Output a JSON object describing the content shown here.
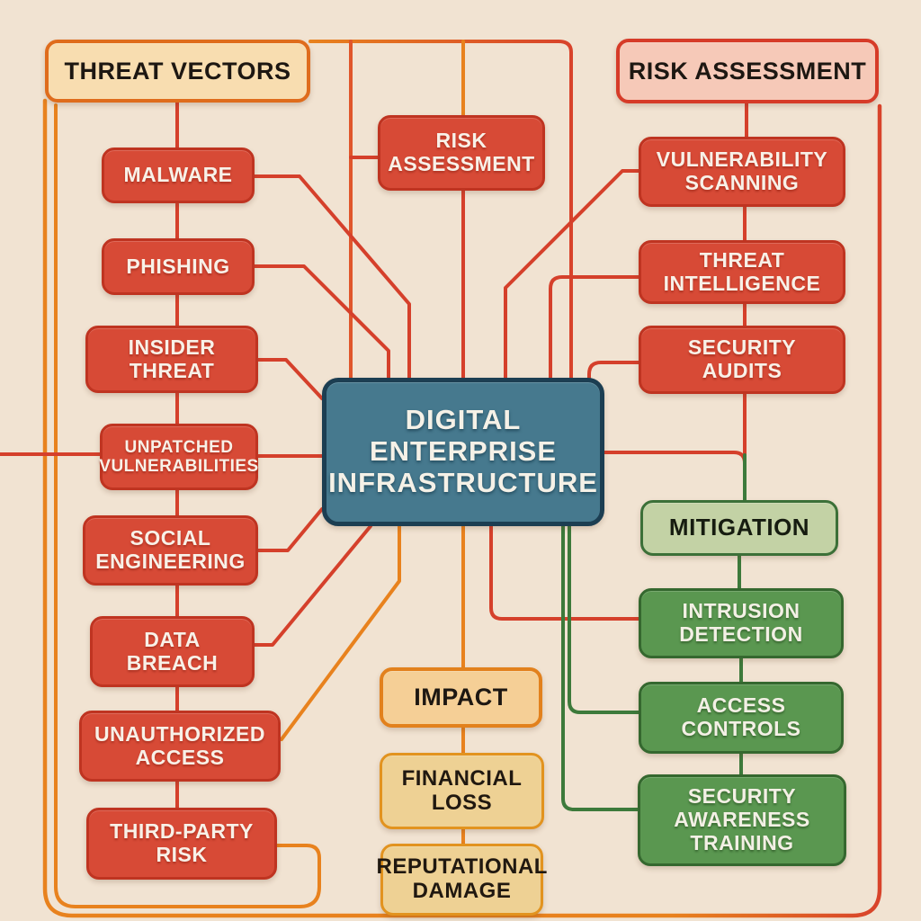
{
  "headers": {
    "threat_vectors": "THREAT VECTORS",
    "risk_assessment": "RISK ASSESSMENT",
    "mitigation": "MITIGATION",
    "impact": "IMPACT"
  },
  "center": {
    "label": "DIGITAL ENTERPRISE INFRASTRUCTURE"
  },
  "nodes": {
    "risk_assessment_mid": "RISK ASSESSMENT",
    "threats": [
      "MALWARE",
      "PHISHING",
      "INSIDER THREAT",
      "UNPATCHED VULNERABILITIES",
      "SOCIAL ENGINEERING",
      "DATA BREACH",
      "UNAUTHORIZED ACCESS",
      "THIRD-PARTY RISK"
    ],
    "assessment": [
      "VULNERABILITY SCANNING",
      "THREAT INTELLIGENCE",
      "SECURITY AUDITS"
    ],
    "mitigation": [
      "INTRUSION DETECTION",
      "ACCESS CONTROLS",
      "SECURITY AWARENESS TRAINING"
    ],
    "impact": [
      "FINANCIAL LOSS",
      "REPUTATIONAL DAMAGE"
    ]
  },
  "colors": {
    "background": "#f1e3d2",
    "threat_node_fill": "#d74a36",
    "threat_node_border": "#bf3421",
    "mitigation_node_fill": "#5a9750",
    "mitigation_node_border": "#35682f",
    "impact_node_fill": "#eed194",
    "impact_node_border": "#e2931f",
    "header_cream_fill": "#f8ddb0",
    "header_cream_border": "#df6c1c",
    "header_pink_fill": "#f6c9b8",
    "header_pink_border": "#d63b28",
    "header_mitigation_fill": "#c3d2a5",
    "center_fill": "#46798e",
    "center_border": "#1c3e52",
    "line_red": "#d5402b",
    "line_orange": "#e8821e",
    "line_green": "#3d7a3b"
  }
}
